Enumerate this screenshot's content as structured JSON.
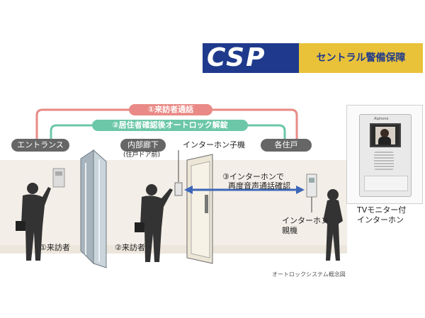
{
  "logo": {
    "csp": "CSP",
    "company": "セントラル警備保障"
  },
  "flows": {
    "call": "①来訪者通話",
    "unlock": "②居住者確認後オートロック解錠"
  },
  "locations": {
    "entrance": "エントランス",
    "corridor": "内部廊下",
    "corridor_note": "(住戸ドア前)",
    "unit": "各住戸"
  },
  "labels": {
    "handset": "インターホン子機",
    "recall_line1": "③インターホンで",
    "recall_line2": "再度音声通話確認",
    "base_line1": "インターホン",
    "base_line2": "親機",
    "visitor1": "①来訪者",
    "visitor2": "②来訪者",
    "caption": "オートロックシステム概念図"
  },
  "monitor": {
    "caption_line1": "TVモニター付",
    "caption_line2": "インターホン",
    "brand": "Aiphone"
  },
  "colors": {
    "logo_blue": "#1f3a8c",
    "logo_gold": "#e9c23a",
    "call_red": "#e98a86",
    "unlock_green": "#6cc7a9",
    "pill_gray": "#666666",
    "wall": "#f3eee7",
    "arrow_blue": "#3c66b8"
  }
}
